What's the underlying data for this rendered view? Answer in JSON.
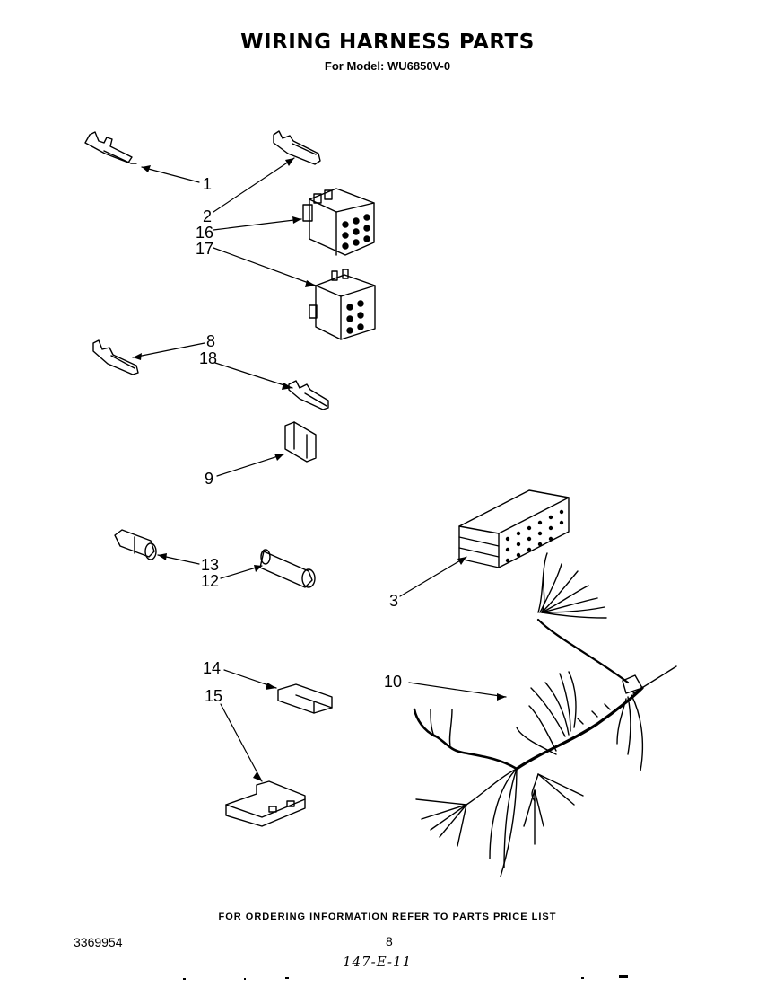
{
  "header": {
    "title": "WIRING HARNESS PARTS",
    "subtitle": "For Model: WU6850V-0"
  },
  "callouts": {
    "c1": "1",
    "c2": "2",
    "c16": "16",
    "c17": "17",
    "c8": "8",
    "c18": "18",
    "c9": "9",
    "c13": "13",
    "c12": "12",
    "c3": "3",
    "c14": "14",
    "c15": "15",
    "c10": "10"
  },
  "footer": {
    "ordering_note": "FOR ORDERING INFORMATION REFER TO PARTS PRICE LIST",
    "document_number": "3369954",
    "page_number": "8",
    "handwritten_note": "147-E-11"
  }
}
